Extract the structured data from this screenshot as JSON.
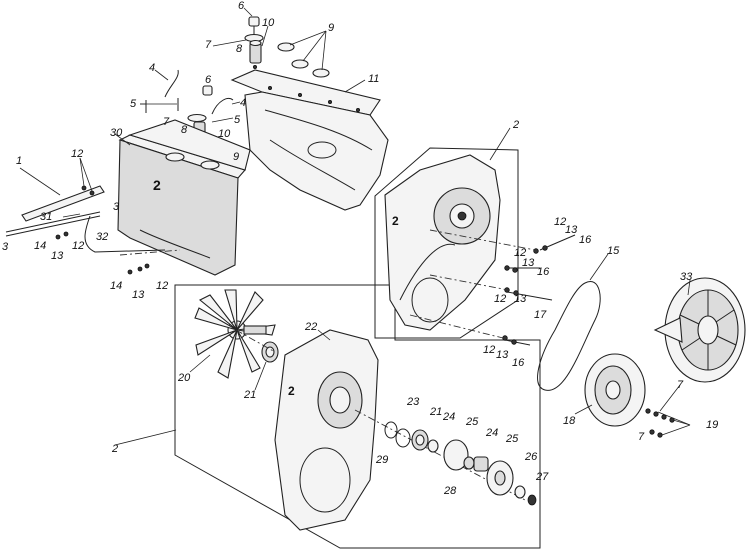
{
  "diagram": {
    "callouts": [
      {
        "id": "c6a",
        "text": "6"
      },
      {
        "id": "c7a",
        "text": "7"
      },
      {
        "id": "c8a",
        "text": "8"
      },
      {
        "id": "c10a",
        "text": "10"
      },
      {
        "id": "c9a",
        "text": "9"
      },
      {
        "id": "c4a",
        "text": "4"
      },
      {
        "id": "c5a",
        "text": "5"
      },
      {
        "id": "c6b",
        "text": "6"
      },
      {
        "id": "c4b",
        "text": "4"
      },
      {
        "id": "c5b",
        "text": "5"
      },
      {
        "id": "c7b",
        "text": "7"
      },
      {
        "id": "c8b",
        "text": "8"
      },
      {
        "id": "c10b",
        "text": "10"
      },
      {
        "id": "c9b",
        "text": "9"
      },
      {
        "id": "c11",
        "text": "11"
      },
      {
        "id": "c30",
        "text": "30"
      },
      {
        "id": "c1",
        "text": "1"
      },
      {
        "id": "c12a",
        "text": "12"
      },
      {
        "id": "c3a",
        "text": "3"
      },
      {
        "id": "c31",
        "text": "31"
      },
      {
        "id": "c3b",
        "text": "3"
      },
      {
        "id": "c14a",
        "text": "14"
      },
      {
        "id": "c13a",
        "text": "13"
      },
      {
        "id": "c12b",
        "text": "12"
      },
      {
        "id": "c32",
        "text": "32"
      },
      {
        "id": "c14b",
        "text": "14"
      },
      {
        "id": "c13b",
        "text": "13"
      },
      {
        "id": "c12c",
        "text": "12"
      },
      {
        "id": "c2a",
        "text": "2"
      },
      {
        "id": "c12d",
        "text": "12"
      },
      {
        "id": "c13c",
        "text": "13"
      },
      {
        "id": "c16a",
        "text": "16"
      },
      {
        "id": "c12e",
        "text": "12"
      },
      {
        "id": "c13d",
        "text": "13"
      },
      {
        "id": "c16b",
        "text": "16"
      },
      {
        "id": "c12f",
        "text": "12"
      },
      {
        "id": "c13e",
        "text": "13"
      },
      {
        "id": "c17",
        "text": "17"
      },
      {
        "id": "c15",
        "text": "15"
      },
      {
        "id": "c33",
        "text": "33"
      },
      {
        "id": "c12g",
        "text": "12"
      },
      {
        "id": "c13f",
        "text": "13"
      },
      {
        "id": "c16c",
        "text": "16"
      },
      {
        "id": "c22",
        "text": "22"
      },
      {
        "id": "c20",
        "text": "20"
      },
      {
        "id": "c21a",
        "text": "21"
      },
      {
        "id": "c2b",
        "text": "2"
      },
      {
        "id": "c23",
        "text": "23"
      },
      {
        "id": "c21b",
        "text": "21"
      },
      {
        "id": "c24a",
        "text": "24"
      },
      {
        "id": "c25a",
        "text": "25"
      },
      {
        "id": "c29",
        "text": "29"
      },
      {
        "id": "c24b",
        "text": "24"
      },
      {
        "id": "c25b",
        "text": "25"
      },
      {
        "id": "c28",
        "text": "28"
      },
      {
        "id": "c26",
        "text": "26"
      },
      {
        "id": "c27",
        "text": "27"
      },
      {
        "id": "c18",
        "text": "18"
      },
      {
        "id": "c7c",
        "text": "7"
      },
      {
        "id": "c19",
        "text": "19"
      },
      {
        "id": "c7d",
        "text": "7"
      }
    ]
  }
}
